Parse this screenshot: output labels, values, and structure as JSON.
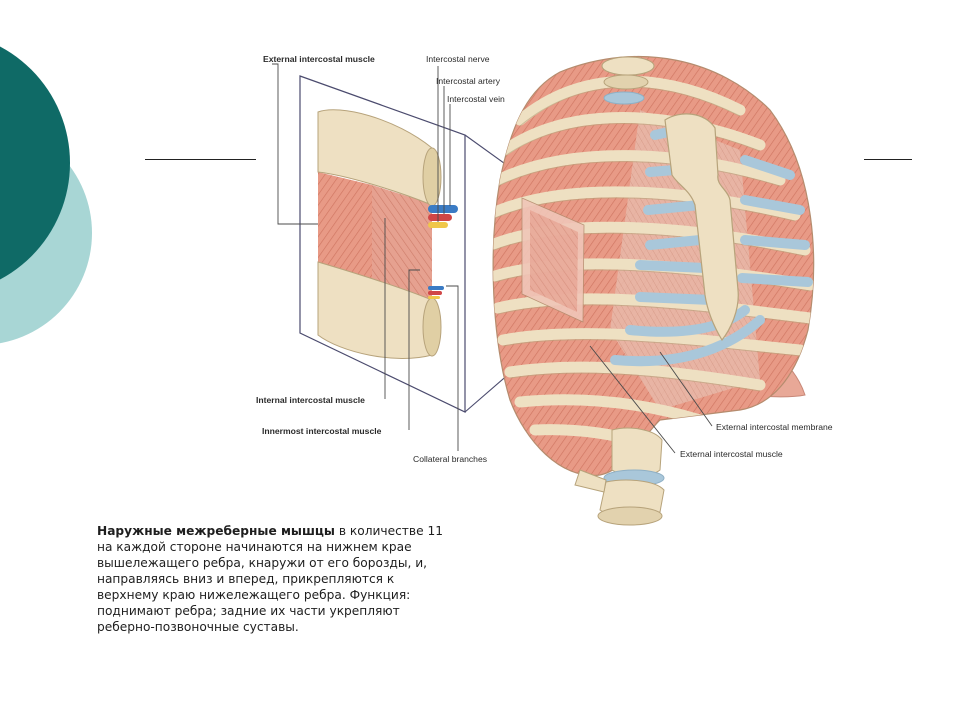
{
  "labels": {
    "external_intercostal_muscle_top": "External intercostal muscle",
    "intercostal_nerve": "Intercostal nerve",
    "intercostal_artery": "Intercostal artery",
    "intercostal_vein": "Intercostal vein",
    "internal_intercostal_muscle": "Internal intercostal muscle",
    "innermost_intercostal_muscle": "Innermost intercostal muscle",
    "collateral_branches": "Collateral branches",
    "external_intercostal_membrane": "External intercostal membrane",
    "external_intercostal_muscle_right": "External intercostal muscle"
  },
  "caption": {
    "bold": "Наружные межреберные мышцы",
    "lines": [
      " в количестве 11",
      "на каждой стороне начинаются на нижнем крае",
      "вышележащего ребра, кнаружи от его борозды, и,",
      "направляясь вниз и вперед, прикрепляются к",
      "верхнему краю нижележащего ребра. Функция:",
      "поднимают ребра; задние их части укрепляют",
      "реберно-позвоночные суставы."
    ]
  },
  "colors": {
    "teal_dark": "#0f6a66",
    "teal_light": "#a8d6d5",
    "muscle": "#e89a86",
    "bone": "#eee0c2",
    "cartilage": "#a9c7da"
  }
}
